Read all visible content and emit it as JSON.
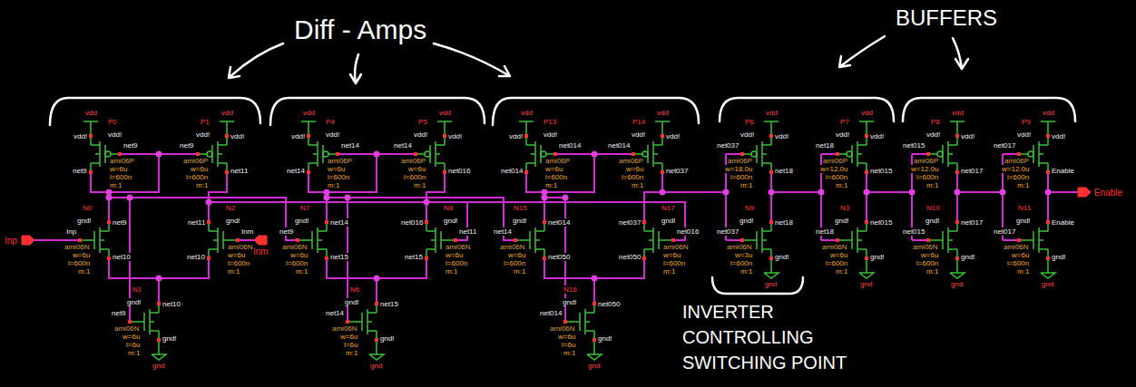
{
  "diagram": {
    "labels": [
      "Diff - Amps",
      "BUFFERS",
      "INVERTER CONTROLLING SWITCHING POINT",
      "Inp",
      "Inm",
      "Enable",
      "vdd",
      "P0",
      "vdd!",
      "vdd!",
      "net9",
      "net9",
      "ami06P",
      "w=6u",
      "l=600n",
      "m:1",
      "vdd",
      "P1",
      "vdd!",
      "vdd!",
      "net9",
      "net11",
      "ami06P",
      "w=6u",
      "l=600n",
      "m:1",
      "N0",
      "net9",
      "Inp",
      "gnd!",
      "net10",
      "ami06N",
      "w=6u",
      "l=600n",
      "m:1",
      "N2",
      "net11",
      "Inm",
      "gnd!",
      "net10",
      "ami06N",
      "w=6u",
      "l=600n",
      "m:1",
      "N1",
      "net10",
      "net9",
      "gnd!",
      "gnd!",
      "ami06N",
      "w=6u",
      "l=6u",
      "m:1",
      "gnd",
      "vdd",
      "P4",
      "vdd!",
      "vdd!",
      "net14",
      "net14",
      "ami06P",
      "w=6u",
      "l=600n",
      "m:1",
      "vdd",
      "P5",
      "vdd!",
      "vdd!",
      "net14",
      "net016",
      "ami06P",
      "w=6u",
      "l=600n",
      "m:1",
      "N7",
      "net14",
      "net9",
      "gnd!",
      "net15",
      "ami06N",
      "w=6u",
      "l=600n",
      "m:1",
      "N8",
      "net016",
      "net11",
      "gnd!",
      "net15",
      "ami06N",
      "w=6u",
      "l=600n",
      "m:1",
      "N6",
      "net15",
      "net14",
      "gnd!",
      "gnd!",
      "ami06N",
      "w=6u",
      "l=6u",
      "m:1",
      "gnd",
      "vdd",
      "P13",
      "vdd!",
      "vdd!",
      "net014",
      "net014",
      "ami06P",
      "w=6u",
      "l=600n",
      "m:1",
      "vdd",
      "P14",
      "vdd!",
      "vdd!",
      "net014",
      "net037",
      "ami06P",
      "w=6u",
      "l=600n",
      "m:1",
      "N15",
      "net014",
      "net14",
      "gnd!",
      "net050",
      "ami06N",
      "w=6u",
      "l=600n",
      "m:1",
      "N17",
      "net037",
      "net016",
      "gnd!",
      "net050",
      "ami06N",
      "w=6u",
      "l=600n",
      "m:1",
      "N16",
      "net050",
      "net014",
      "gnd!",
      "gnd!",
      "ami06N",
      "w=6u",
      "l=6u",
      "m:1",
      "gnd",
      "vdd",
      "P6",
      "vdd!",
      "vdd!",
      "net037",
      "net18",
      "ami06P",
      "w=18.0u",
      "l=600n",
      "m:1",
      "N9",
      "net18",
      "net037",
      "gnd!",
      "gnd!",
      "ami06N",
      "w=3u",
      "l=600n",
      "m:1",
      "gnd",
      "vdd",
      "P7",
      "vdd!",
      "vdd!",
      "net18",
      "net015",
      "ami06P",
      "w=12.0u",
      "l=600n",
      "m:1",
      "N3",
      "net015",
      "net18",
      "gnd!",
      "gnd!",
      "ami06N",
      "w=6u",
      "l=600n",
      "m:1",
      "gnd",
      "vdd",
      "P8",
      "vdd!",
      "vdd!",
      "net015",
      "net017",
      "ami06P",
      "w=12.0u",
      "l=600n",
      "m:1",
      "N10",
      "net017",
      "net015",
      "gnd!",
      "gnd!",
      "ami06N",
      "w=6u",
      "l=600n",
      "m:1",
      "gnd",
      "vdd",
      "P9",
      "vdd!",
      "vdd!",
      "net017",
      "Enable",
      "ami06P",
      "w=12.0u",
      "l=600n",
      "m:1",
      "N11",
      "Enable",
      "net017",
      "gnd!",
      "gnd!",
      "ami06N",
      "w=6u",
      "l=600n",
      "m:1",
      "gnd"
    ]
  }
}
